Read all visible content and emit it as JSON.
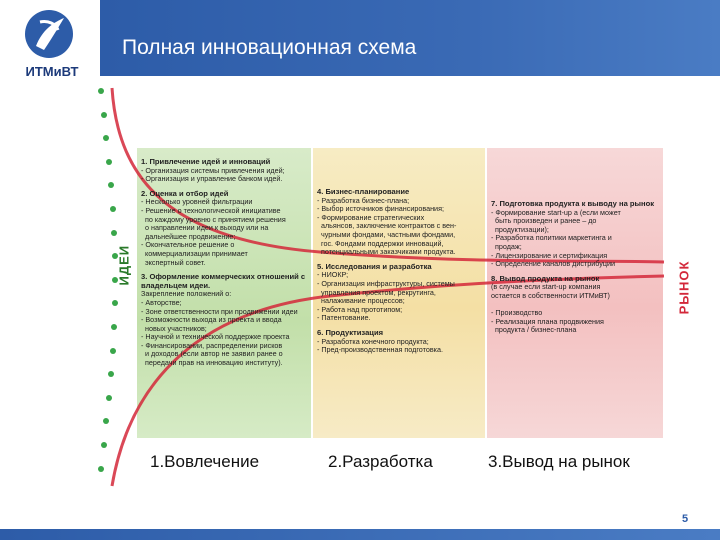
{
  "header": {
    "logo_text": "ИТМиВТ",
    "title": "Полная инновационная схема"
  },
  "side_labels": {
    "left": "ИДЕИ",
    "right": "РЫНОК"
  },
  "columns": [
    {
      "blocks": [
        {
          "heading": "1. Привлечение идей и инноваций",
          "lines": [
            "- Организация системы привлечения идей;",
            "- Организация и управление банком идей."
          ]
        },
        {
          "heading": "2. Оценка и отбор идей",
          "lines": [
            "- Несколько уровней фильтрации",
            "- Решение о технологической инициативе",
            "  по каждому уровню с принятием решения",
            "  о направлении идеи к выходу или на",
            "  дальнейшее продвижение;",
            "- Окончательное решение о",
            "  коммерциализации принимает",
            "  экспертный совет."
          ]
        },
        {
          "heading": "3. Оформление коммерческих отношений с владельцем идеи.",
          "lines": [
            "Закрепление положений о:",
            "- Авторстве;",
            "- Зоне ответственности при продвижении идеи",
            "- Возможности выхода из проекта и ввода",
            "  новых участников;",
            "- Научной и технической поддержке проекта",
            "- Финансировании, распределении рисков",
            "  и доходов (если автор не заявил ранее о",
            "  передачи прав на инновацию институту)."
          ]
        }
      ]
    },
    {
      "blocks": [
        {
          "heading": "4. Бизнес-планирование",
          "lines": [
            "- Разработка бизнес-плана;",
            "- Выбор источников финансирования;",
            "- Формирование стратегических",
            "  альянсов, заключение контрактов с вен-",
            "  чурными фондами, частными фондами,",
            "  гос. Фондами поддержки инноваций,",
            "  потенциальными заказчиками продукта."
          ]
        },
        {
          "heading": "5. Исследования и разработка",
          "lines": [
            "- НИОКР;",
            "- Организация инфраструктуры, системы",
            "  управления проектом, рекрутинга,",
            "  налаживание процессов;",
            "- Работа над прототипом;",
            "- Патентование."
          ]
        },
        {
          "heading": "6. Продуктизация",
          "lines": [
            "- Разработка конечного продукта;",
            "- Пред-производственная подготовка."
          ]
        }
      ]
    },
    {
      "blocks": [
        {
          "heading": "7. Подготовка продукта к выводу на рынок",
          "lines": [
            "- Формирование start-up а (если может",
            "  быть произведен и ранее – до",
            "  продуктизации);",
            "- Разработка политики маркетинга и",
            "  продаж;",
            "- Лицензирование и сертификация",
            "- Определение каналов дистрибуции"
          ]
        },
        {
          "heading": "8. Вывод продукта на рынок",
          "lines": [
            "(в случае если start-up компания",
            "остается в собственности ИТМиВТ)",
            "",
            "- Производство",
            "- Реализация плана продвижения",
            "  продукта / бизнес-плана"
          ]
        }
      ]
    }
  ],
  "stages": [
    "1.Вовлечение",
    "2.Разработка",
    "3.Вывод на рынок"
  ],
  "page_number": "5",
  "colors": {
    "accent_blue": "#2d5ca8",
    "dot_green": "#39a64a",
    "funnel_red": "#d3283a",
    "col1": "#c2dfa9",
    "col2": "#f4dfa4",
    "col3": "#f3c0c0"
  }
}
